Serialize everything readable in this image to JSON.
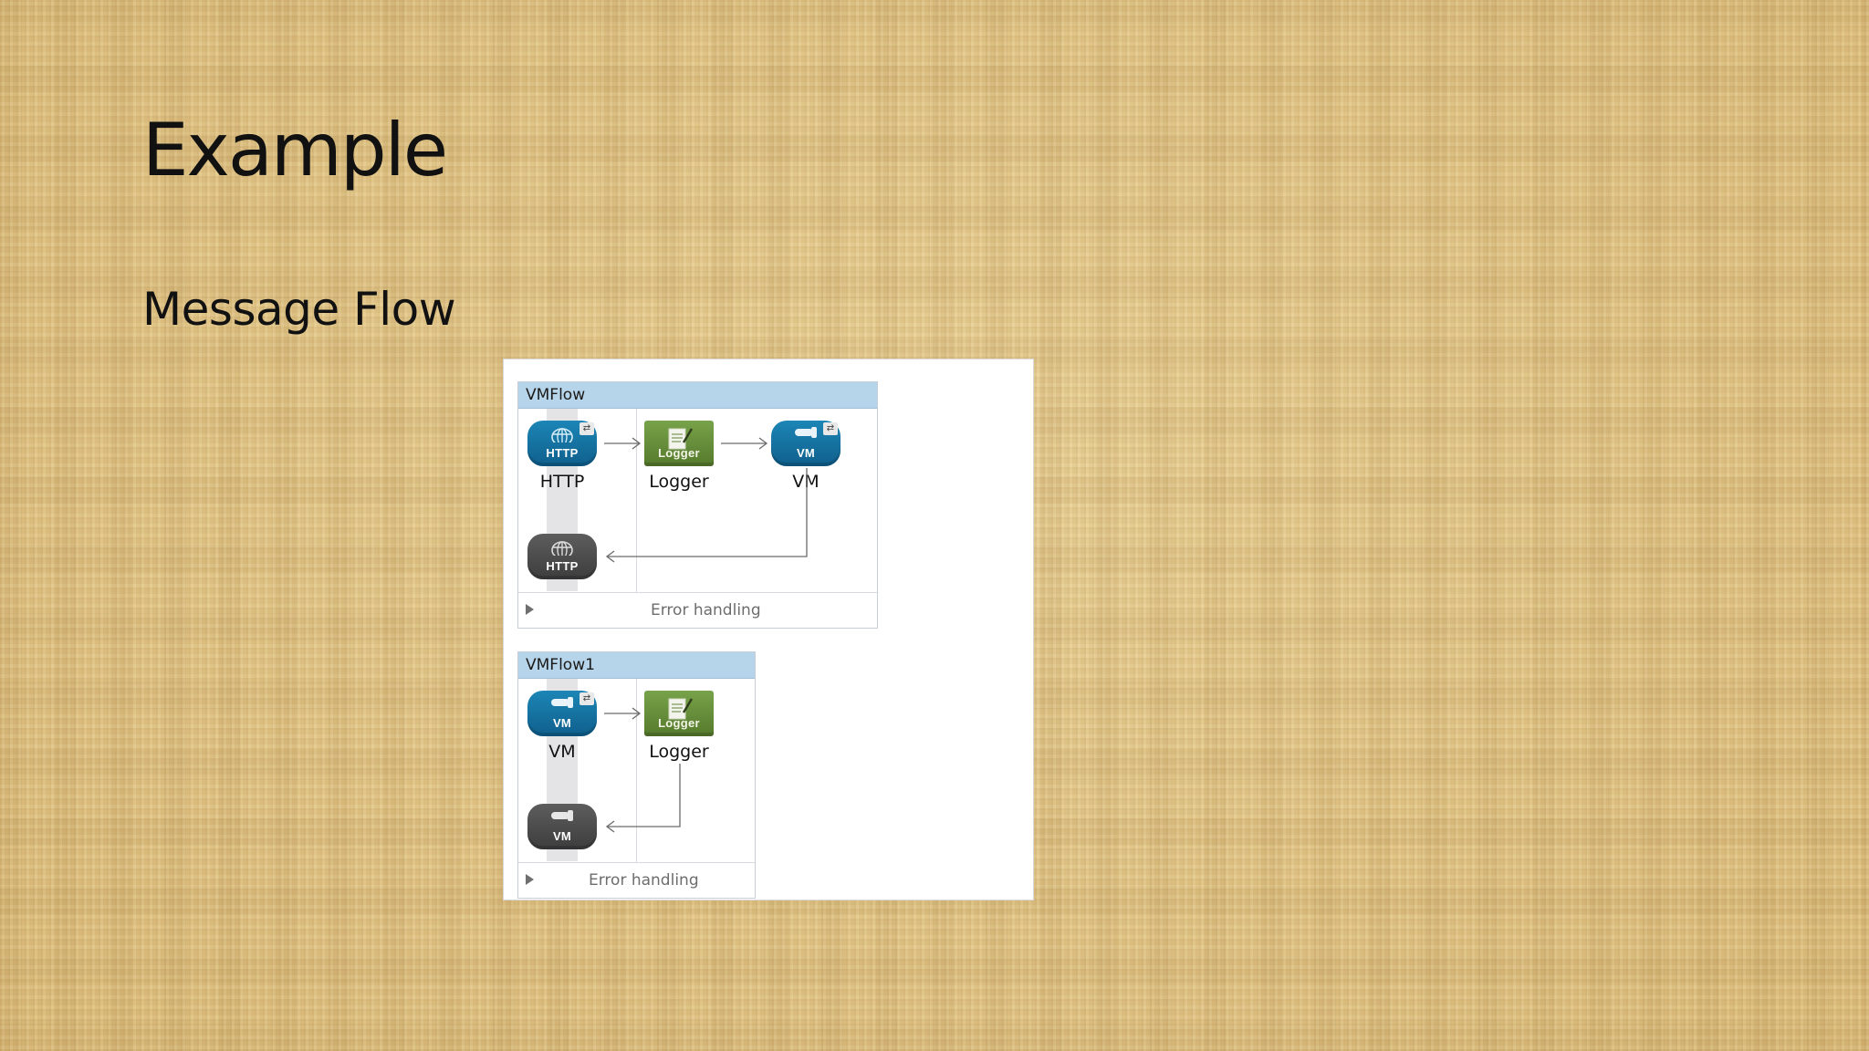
{
  "slide": {
    "title": "Example",
    "subtitle": "Message Flow"
  },
  "flows": [
    {
      "title": "VMFlow",
      "nodes": [
        {
          "label": "HTTP",
          "icon_text": "HTTP",
          "icon": "globe-icon",
          "kind": "http-endpoint"
        },
        {
          "label": "Logger",
          "icon_text": "Logger",
          "icon": "logger-icon",
          "kind": "logger"
        },
        {
          "label": "VM",
          "icon_text": "VM",
          "icon": "vm-connector-icon",
          "kind": "vm-endpoint"
        }
      ],
      "response_node": {
        "icon_text": "HTTP",
        "icon": "globe-icon"
      },
      "error_handling": "Error handling"
    },
    {
      "title": "VMFlow1",
      "nodes": [
        {
          "label": "VM",
          "icon_text": "VM",
          "icon": "vm-connector-icon",
          "kind": "vm-endpoint"
        },
        {
          "label": "Logger",
          "icon_text": "Logger",
          "icon": "logger-icon",
          "kind": "logger"
        }
      ],
      "response_node": {
        "icon_text": "VM",
        "icon": "vm-connector-icon"
      },
      "error_handling": "Error handling"
    }
  ],
  "colors": {
    "endpoint_blue": "#1675a3",
    "logger_green": "#6a9341",
    "response_gray": "#4d4d4d",
    "flow_header": "#b7d5ea"
  }
}
